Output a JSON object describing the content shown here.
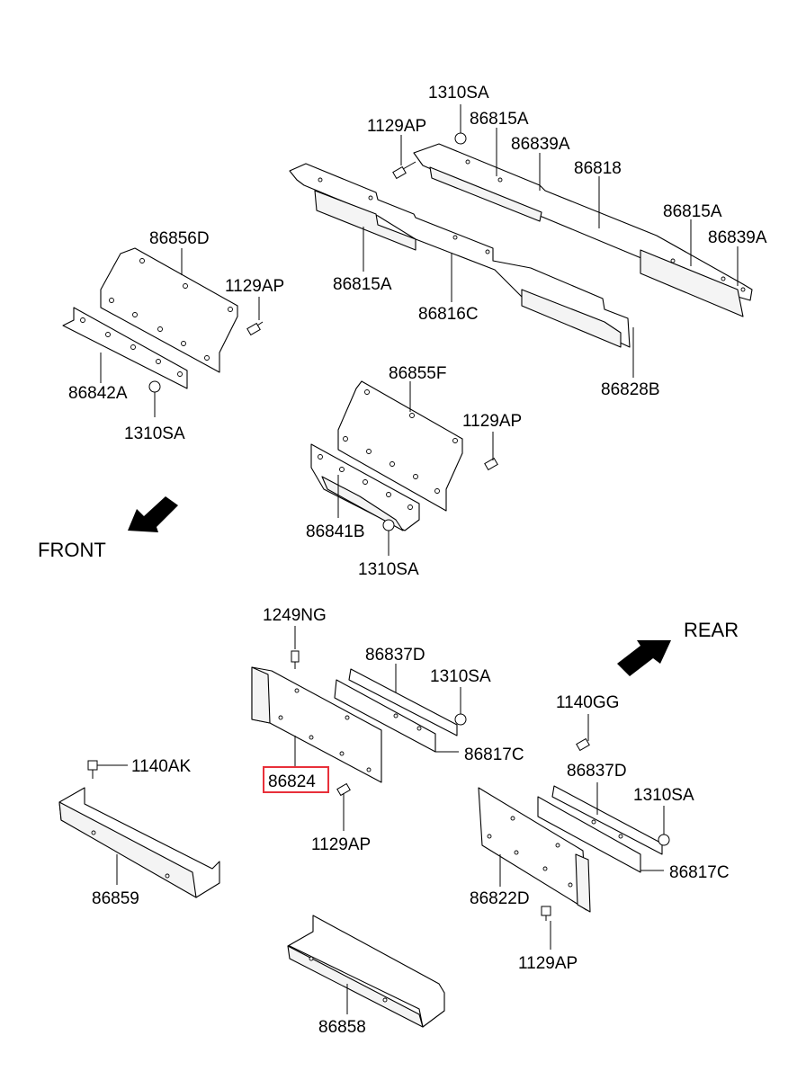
{
  "highlight_color": "#e8303a",
  "directions": {
    "front": "FRONT",
    "rear": "REAR"
  },
  "labels": {
    "l1310sa_top": "1310SA",
    "l1129ap_top": "1129AP",
    "l86815a_top": "86815A",
    "l86839a_top": "86839A",
    "l86818": "86818",
    "l86815a_right": "86815A",
    "l86839a_right": "86839A",
    "l86815a_mid": "86815A",
    "l86816c": "86816C",
    "l86828b": "86828B",
    "l86856d": "86856D",
    "l1129ap_left": "1129AP",
    "l86842a": "86842A",
    "l1310sa_left": "1310SA",
    "l86855f": "86855F",
    "l1129ap_center": "1129AP",
    "l86841b": "86841B",
    "l1310sa_center": "1310SA",
    "l1249ng": "1249NG",
    "l86837d_center": "86837D",
    "l1310sa_lower": "1310SA",
    "l86817c_center": "86817C",
    "l86824": "86824",
    "l1129ap_lower": "1129AP",
    "l1140ak": "1140AK",
    "l86859": "86859",
    "l1140gg": "1140GG",
    "l86837d_right": "86837D",
    "l1310sa_right": "1310SA",
    "l86817c_right": "86817C",
    "l86822d": "86822D",
    "l1129ap_bottom": "1129AP",
    "l86858": "86858"
  }
}
